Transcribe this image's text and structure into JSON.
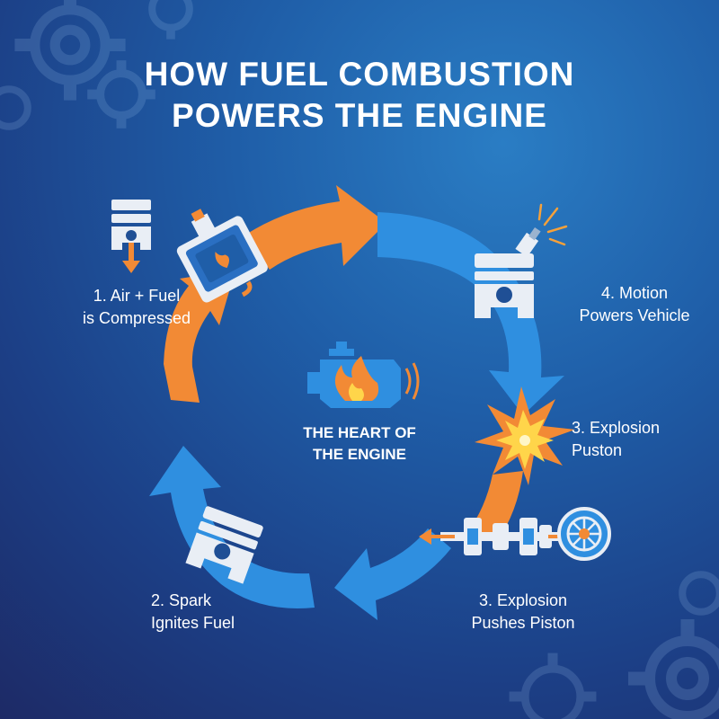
{
  "title_line1": "HOW FUEL COMBUSTION",
  "title_line2": "POWERS THE ENGINE",
  "center": {
    "line1": "THE HEART OF",
    "line2": "THE ENGINE",
    "icon": "engine-flame-icon"
  },
  "steps": [
    {
      "line1": "1. Air + Fuel",
      "line2": "is Compressed",
      "icon": "piston-compression-icon"
    },
    {
      "line1": "2. Spark",
      "line2": "Ignites Fuel",
      "icon": "piston-icon"
    },
    {
      "line1": "3. Explosion",
      "line2": "Pushes Piston",
      "icon": "crankshaft-icon"
    },
    {
      "line1": "3. Explosion",
      "line2": "Puston",
      "icon": "explosion-icon"
    },
    {
      "line1": "4. Motion",
      "line2": "Powers Vehicle",
      "icon": "piston-spark-icon"
    }
  ],
  "colors": {
    "background": "#1f5ea8",
    "blue_arrow": "#2f8fe0",
    "orange_arrow": "#f28a35",
    "icon_body": "#e9eef5",
    "explosion": "#f6a13a"
  }
}
